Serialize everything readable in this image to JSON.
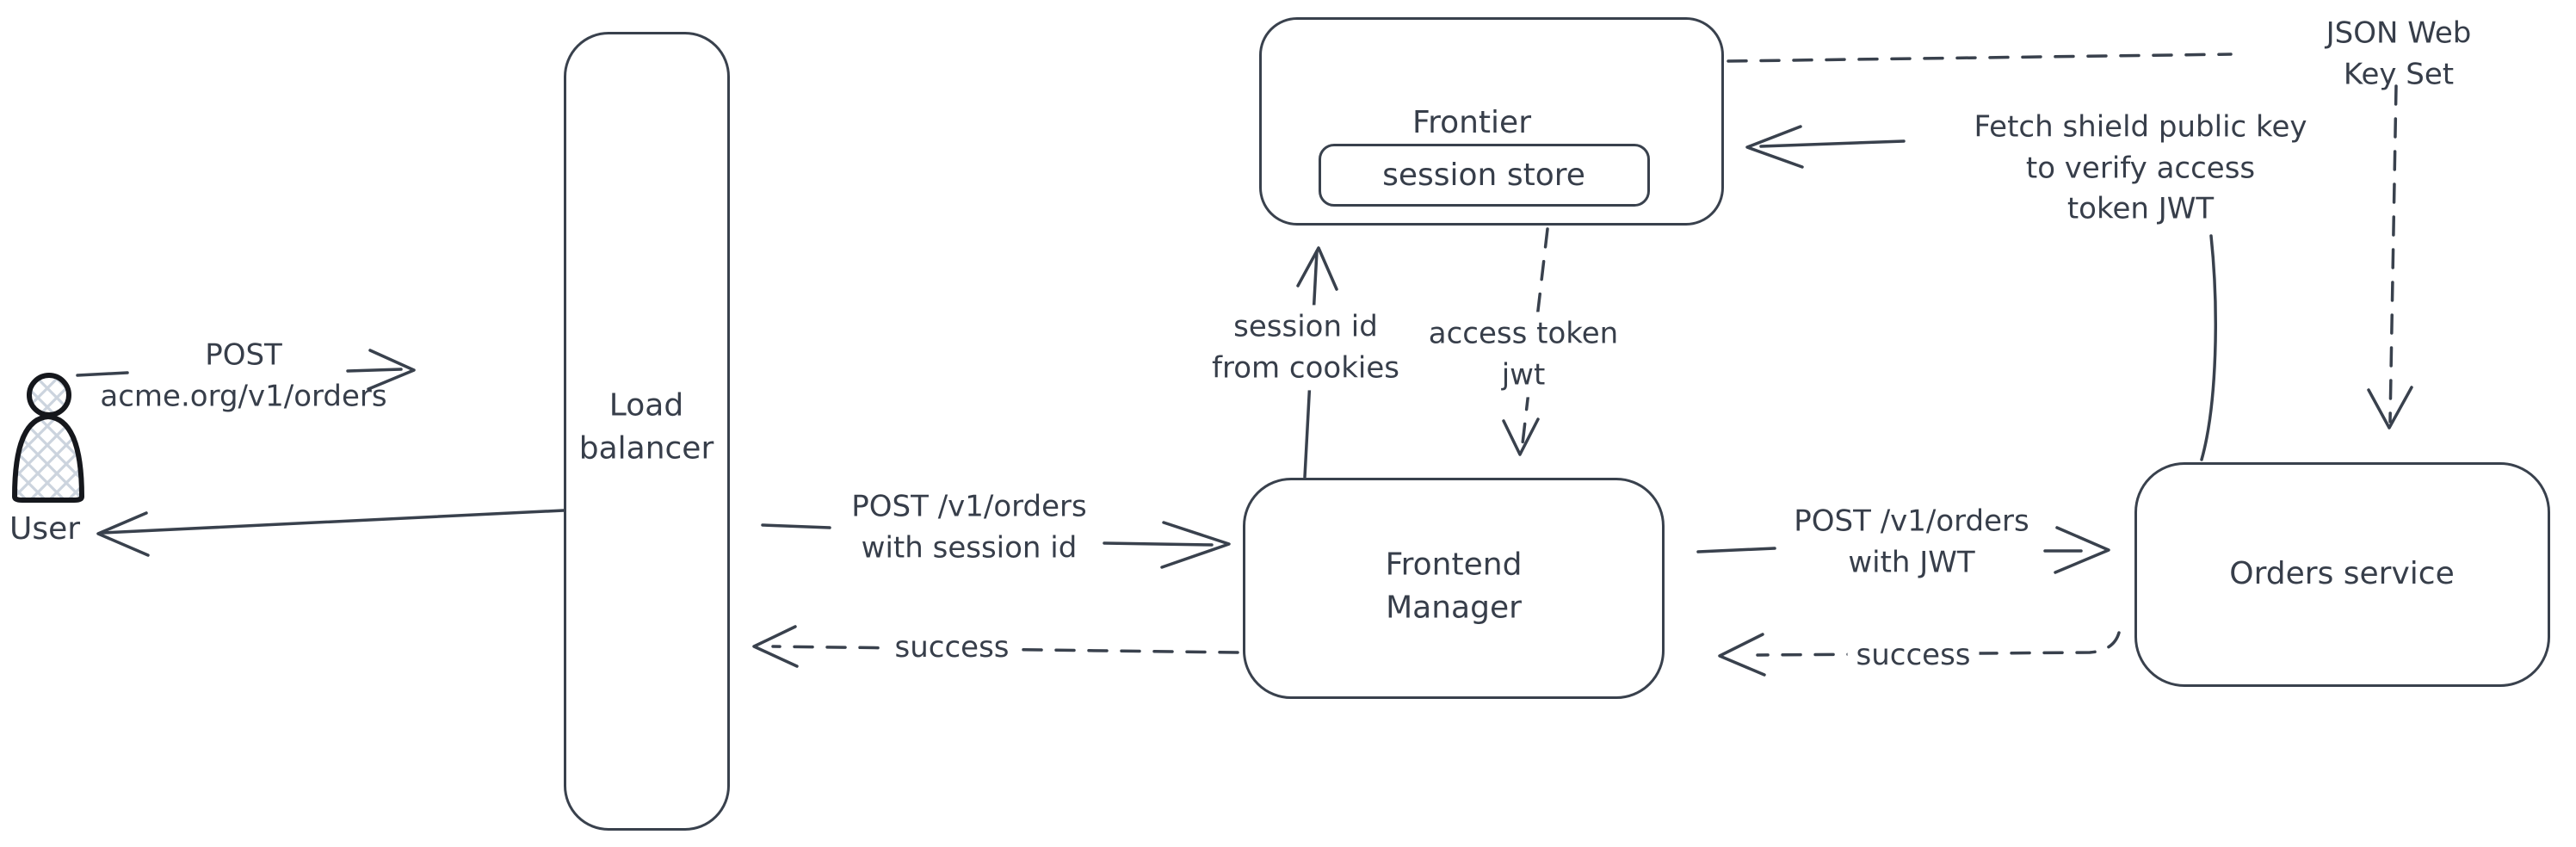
{
  "colors": {
    "stroke": "#39414d",
    "text": "#373e4a",
    "user_stroke": "#15171c",
    "hatch_line": "#ccd4de",
    "background": "#ffffff"
  },
  "nodes": {
    "user": {
      "label": "User"
    },
    "load_balancer": {
      "label": "Load\nbalancer"
    },
    "frontier": {
      "label": "Frontier"
    },
    "session_store": {
      "label": "session store"
    },
    "frontend_manager": {
      "label": "Frontend\nManager"
    },
    "orders_service": {
      "label": "Orders service"
    }
  },
  "edge_labels": {
    "user_request": "POST\nacme.org/v1/orders",
    "lb_to_frontend": "POST /v1/orders\nwith session id",
    "frontend_to_lb_success": "success",
    "session_lookup": "session id\nfrom cookies",
    "access_token": "access token\njwt",
    "frontend_to_orders": "POST /v1/orders\nwith JWT",
    "orders_to_frontend_success": "success",
    "fetch_key": "Fetch shield public key\nto verify access\ntoken JWT",
    "jwks": "JSON Web Key Set"
  }
}
